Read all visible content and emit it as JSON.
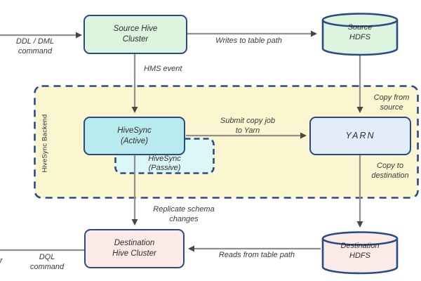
{
  "colors": {
    "canvas-bg": "#ffffff",
    "navy": "#274b87",
    "region-yellow": "#fbf6d0",
    "green": "#ddf5df",
    "cyan-active": "#b9ebee",
    "cyan-passive": "#dcf7f8",
    "yarn-blue": "#e3edf9",
    "pink": "#fceae7",
    "line-gray": "#909090",
    "arrow-dark": "#474747",
    "label-text": "#3a3a3a"
  },
  "region": {
    "label": "HiveSync Backend"
  },
  "nodes": {
    "source_hive_cluster": {
      "label": "Source Hive\nCluster"
    },
    "source_hdfs": {
      "label": "Source\nHDFS"
    },
    "hivesync_active": {
      "label": "HiveSync\n(Active)"
    },
    "hivesync_passive": {
      "label": "HiveSync\n(Passive)"
    },
    "yarn": {
      "label": "YARN"
    },
    "destination_hive_cluster": {
      "label": "Destination\nHive Cluster"
    },
    "destination_hdfs": {
      "label": "Destination\nHDFS"
    }
  },
  "edges": {
    "ddl_dml_command": {
      "label": "DDL / DML\ncommand"
    },
    "writes_to_table_path": {
      "label": "Writes to table path"
    },
    "hms_event": {
      "label": "HMS event"
    },
    "copy_from_source": {
      "label": "Copy from\nsource"
    },
    "submit_copy_job": {
      "label": "Submit copy job\nto Yarn"
    },
    "copy_to_destination": {
      "label": "Copy to\ndestination"
    },
    "replicate_schema_changes": {
      "label": "Replicate schema\nchanges"
    },
    "reads_from_table_path": {
      "label": "Reads from table path"
    },
    "dql_command": {
      "label": "DQL\ncommand"
    },
    "clipped_left_fragment": {
      "label": "r"
    }
  }
}
